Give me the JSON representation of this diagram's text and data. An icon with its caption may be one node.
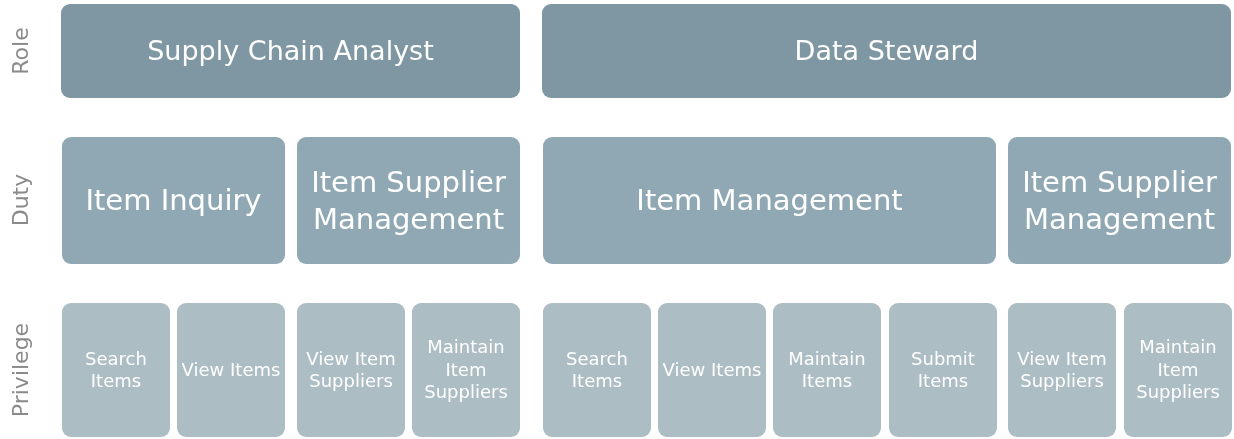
{
  "diagram": {
    "nodes": [
      {
        "text": [
          "Supply Chain Analyst"
        ]
      },
      {
        "text": [
          "Data Steward"
        ]
      },
      {
        "text": [
          "Item Inquiry"
        ]
      },
      {
        "text": [
          "Item Supplier Management"
        ]
      },
      {
        "text": [
          "Item Management"
        ]
      },
      {
        "text": [
          "Item Supplier Management"
        ]
      },
      {
        "text": [
          "Search Items"
        ]
      },
      {
        "text": [
          "View Items"
        ]
      },
      {
        "text": [
          "View Item Suppliers"
        ]
      },
      {
        "text": [
          "Maintain Item Suppliers"
        ]
      },
      {
        "text": [
          "Search Items"
        ]
      },
      {
        "text": [
          "View Items"
        ]
      },
      {
        "text": [
          "Maintain Items"
        ]
      },
      {
        "text": [
          "Submit Items"
        ]
      },
      {
        "text": [
          "View Item Suppliers"
        ]
      },
      {
        "text": [
          "Maintain Item Suppliers"
        ]
      }
    ],
    "edges": [],
    "labels": [
      "Role",
      "Duty",
      "Privilege"
    ]
  }
}
